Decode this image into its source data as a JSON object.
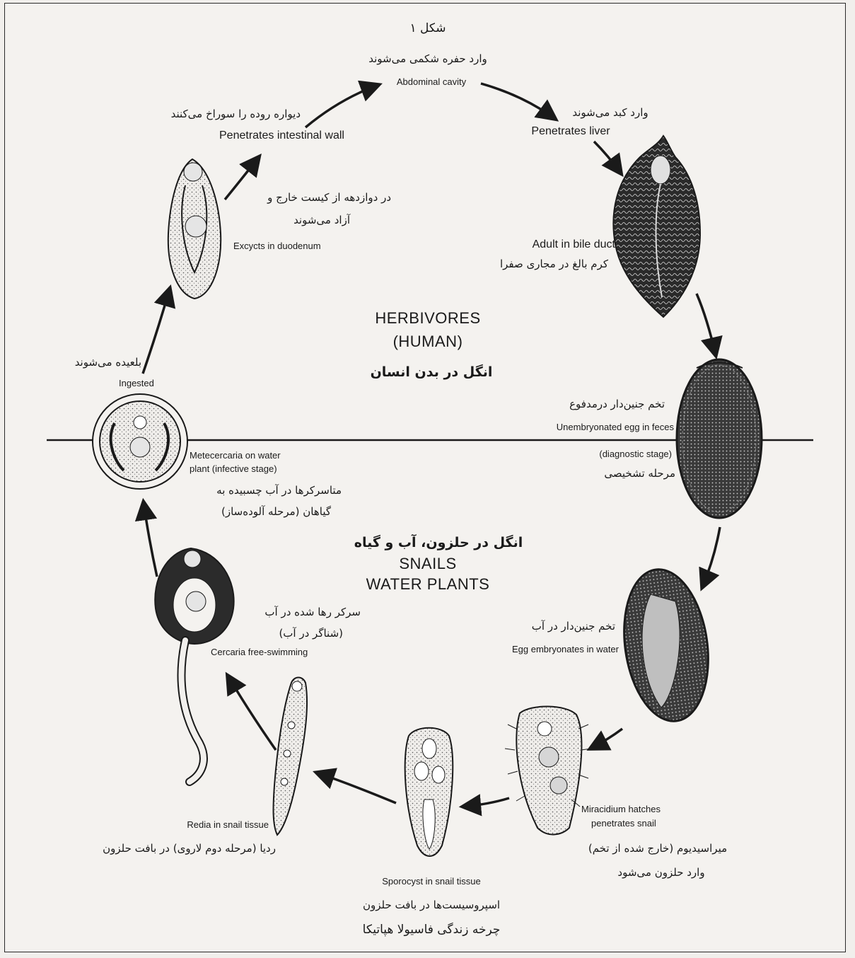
{
  "figure_number": "شکل ۱",
  "caption": "چرخه زندگی فاسیولا هپاتیکا",
  "host_zone": {
    "en_line1": "HERBIVORES",
    "en_line2": "(HUMAN)",
    "fa": "انگل در بدن انسان"
  },
  "environment_zone": {
    "fa": "انگل در حلزون، آب و گیاه",
    "en_line1": "SNAILS",
    "en_line2": "WATER PLANTS"
  },
  "stages": [
    {
      "id": "abdominal",
      "fa": "وارد حفره شکمی می‌شوند",
      "en": "Abdominal cavity"
    },
    {
      "id": "liver",
      "fa": "وارد کبد می‌شوند",
      "en": "Penetrates liver"
    },
    {
      "id": "adult",
      "en": "Adult in bile duct",
      "fa": "کرم بالغ در مجاری صفرا"
    },
    {
      "id": "egg",
      "fa": "تخم جنین‌دار درمدفوع",
      "en": "Unembryonated egg in feces",
      "en2": "(diagnostic stage)",
      "fa2": "مرحله تشخیصی"
    },
    {
      "id": "embryonates",
      "fa": "تخم جنین‌دار در آب",
      "en": "Egg embryonates in water"
    },
    {
      "id": "miracidium",
      "en": "Miracidium hatches",
      "en2": "penetrates snail",
      "fa": "میراسیدیوم (خارج شده از تخم)",
      "fa2": "وارد حلزون می‌شود"
    },
    {
      "id": "sporocyst",
      "en": "Sporocyst in snail tissue",
      "fa": "اسپروسیست‌ها در بافت حلزون"
    },
    {
      "id": "redia",
      "en": "Redia in snail tissue",
      "fa": "ردیا (مرحله دوم لاروی) در بافت حلزون"
    },
    {
      "id": "cercaria",
      "fa": "سرکر رها شده در آب",
      "fa2": "(شناگر در آب)",
      "en": "Cercaria free-swimming"
    },
    {
      "id": "metacercaria",
      "en": "Metecercaria on water",
      "en2": "plant (infective stage)",
      "fa": "متاسرکرها در آب چسبیده به",
      "fa2": "گیاهان (مرحله آلوده‌ساز)"
    },
    {
      "id": "ingested",
      "fa": "بلعیده می‌شوند",
      "en": "Ingested"
    },
    {
      "id": "excyst",
      "fa": "در دوازدهه از کیست خارج و",
      "fa2": "آزاد می‌شوند",
      "en": "Excycts in duodenum"
    },
    {
      "id": "intestinal",
      "fa": "دیواره روده را سوراخ می‌کنند",
      "en": "Penetrates intestinal wall"
    }
  ],
  "colors": {
    "ink": "#1a1a1a",
    "paper": "#f4f2ef",
    "dark_fill": "#2b2b2b"
  }
}
